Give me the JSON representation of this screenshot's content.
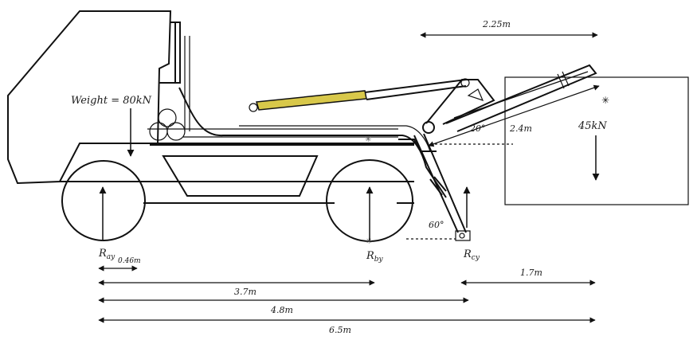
{
  "loads": {
    "weight_label": "Weight = 80kN",
    "load_label": "45kN"
  },
  "reactions": {
    "ray": "R",
    "ray_sub": "ay",
    "rby": "R",
    "rby_sub": "by",
    "rcy": "R",
    "rcy_sub": "cy"
  },
  "dimensions": {
    "top_span": "2.25m",
    "arm_length": "2.4m",
    "arm_angle": "20°",
    "leg_angle": "60°",
    "ray_offset": "0.46m",
    "d_37": "3.7m",
    "d_48": "4.8m",
    "d_65": "6.5m",
    "d_17": "1.7m"
  },
  "colors": {
    "line": "#111111",
    "cylinder": "#d8c84a",
    "background": "#ffffff"
  }
}
